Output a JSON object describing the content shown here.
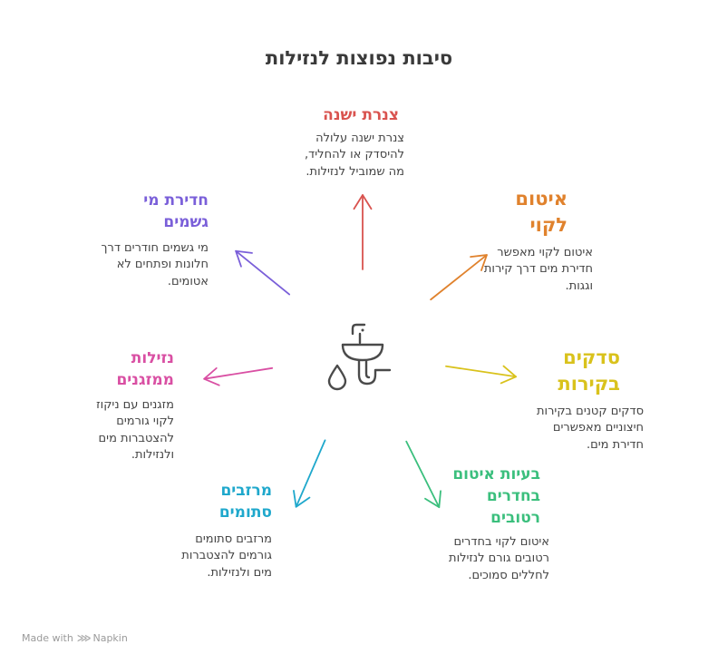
{
  "title": "סיבות נפוצות לנזילות",
  "center_icon": "sink-water-drop-icon",
  "nodes": [
    {
      "id": "old-pipe",
      "title": "צנרת ישנה",
      "description": "צנרת ישנה עלולה להיסדק או להחליד, מה שמוביל לנזילות.",
      "color": "#d9534f"
    },
    {
      "id": "poor-sealing",
      "title": "איטום לקוי",
      "description": "איטום לקוי מאפשר חדירת מים דרך קירות וגגות.",
      "color": "#e0822d"
    },
    {
      "id": "wall-cracks",
      "title": "סדקים בקירות",
      "description": "סדקים קטנים בקירות חיצוניים מאפשרים חדירת מים.",
      "color": "#d9c21c"
    },
    {
      "id": "wet-rooms",
      "title": "בעיות איטום בחדרים רטובים",
      "description": "איטום לקוי בחדרים רטובים גורם לנזילות לחללים סמוכים.",
      "color": "#3bbf7d"
    },
    {
      "id": "blocked-gutters",
      "title": "מרזבים סתומים",
      "description": "מרזבים סתומים גורמים להצטברות מים ולנזילות.",
      "color": "#1fa8cc"
    },
    {
      "id": "ac-leaks",
      "title": "נזילות ממזגנים",
      "description": "מזגנים עם ניקוז לקוי גורמים להצטברות מים ולנזילות.",
      "color": "#d94fa3"
    },
    {
      "id": "rain-penetration",
      "title": "חדירת מי גשמים",
      "description": "מי גשמים חודרים דרך חלונות ופתחים לא אטומים.",
      "color": "#7a5fd9"
    }
  ],
  "footer": {
    "prefix": "Made with",
    "brand": "Napkin"
  }
}
